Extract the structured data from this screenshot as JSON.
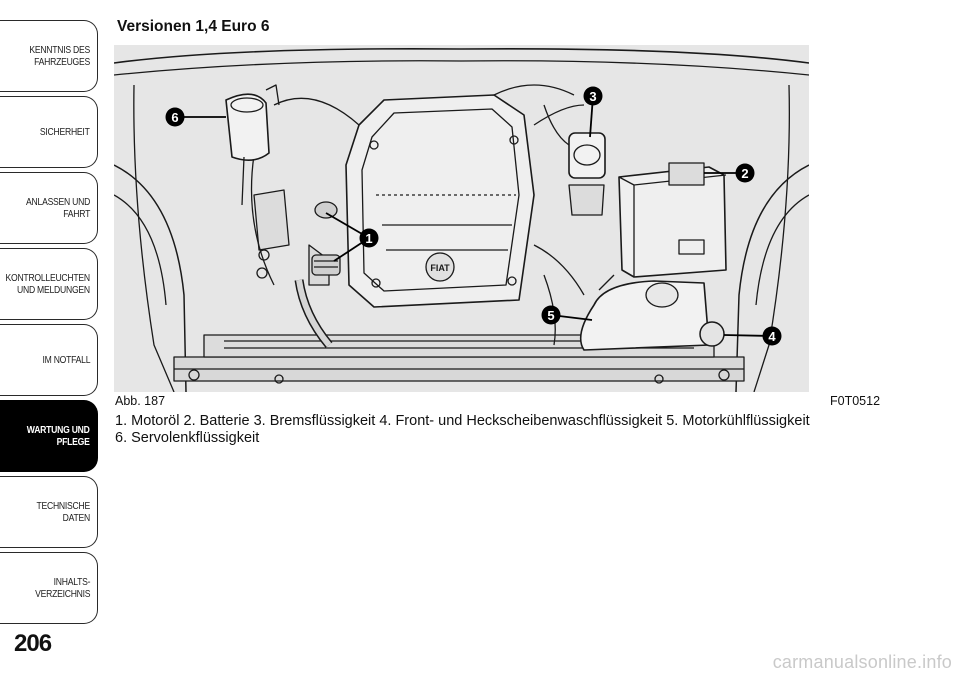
{
  "sidenav": {
    "tabs": [
      {
        "label": "KENNTNIS DES\nFAHRZEUGES",
        "active": false
      },
      {
        "label": "SICHERHEIT",
        "active": false
      },
      {
        "label": "ANLASSEN UND\nFAHRT",
        "active": false
      },
      {
        "label": "KONTROLLEUCHTEN\nUND MELDUNGEN",
        "active": false
      },
      {
        "label": "IM NOTFALL",
        "active": false
      },
      {
        "label": "WARTUNG UND\nPFLEGE",
        "active": true
      },
      {
        "label": "TECHNISCHE DATEN",
        "active": false
      },
      {
        "label": "INHALTS-\nVERZEICHNIS",
        "active": false
      }
    ]
  },
  "page_number": "206",
  "section_title": "Versionen 1,4 Euro 6",
  "figure": {
    "number": "Abb. 187",
    "code": "F0T0512",
    "callouts": [
      "1",
      "2",
      "3",
      "4",
      "5",
      "6"
    ],
    "badge": "FIAT"
  },
  "caption": {
    "line1": "1. Motoröl 2. Batterie 3. Bremsflüssigkeit 4. Front- und Heckscheibenwaschflüssigkeit 5. Motorkühlflüssigkeit",
    "line2": "6. Servolenkflüssigkeit"
  },
  "watermark": "carmanualsonline.info",
  "colors": {
    "figure_bg": "#e6e6e6",
    "line": "#1a1a1a",
    "active_tab": "#000000"
  }
}
